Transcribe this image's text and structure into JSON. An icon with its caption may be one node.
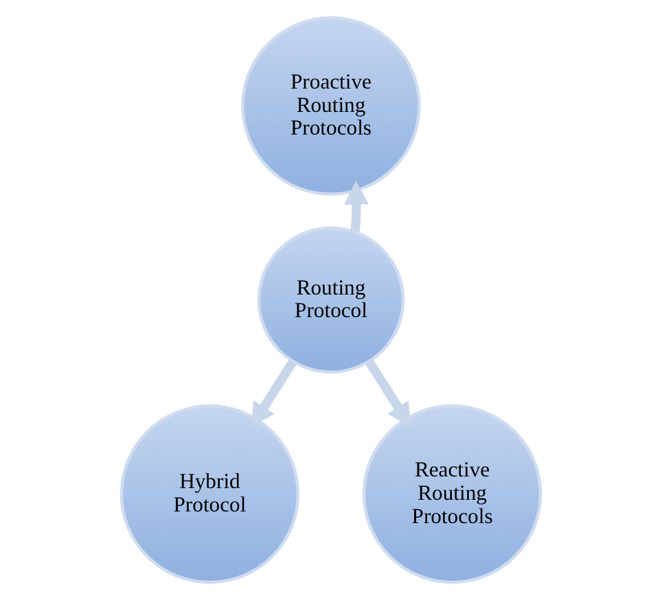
{
  "diagram": {
    "nodes": [
      {
        "text": [
          "Routing Protocol"
        ]
      },
      {
        "text": [
          "Proactive Routing Protocols"
        ]
      },
      {
        "text": [
          "Hybrid Protocol"
        ]
      },
      {
        "text": [
          "Reactive Routing Protocols"
        ]
      }
    ],
    "edges": [
      {
        "from": 0,
        "to": 1,
        "arrow": "to"
      },
      {
        "from": 0,
        "to": 2,
        "arrow": "to"
      },
      {
        "from": 0,
        "to": 3,
        "arrow": "to"
      }
    ]
  }
}
